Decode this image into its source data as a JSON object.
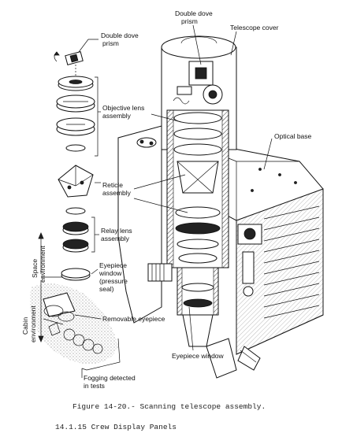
{
  "labels": {
    "double_dove_prism_top": [
      "Double dove",
      "prism"
    ],
    "telescope_cover": "Telescope cover",
    "double_dove_prism_left": [
      "Double dove",
      "prism"
    ],
    "objective_lens_assembly": [
      "Objective lens",
      "assembly"
    ],
    "optical_base": "Optical base",
    "reticle_assembly": [
      "Reticle",
      "assembly"
    ],
    "relay_lens_assembly": [
      "Relay lens",
      "assembly"
    ],
    "space_environment": [
      "Space",
      "environment"
    ],
    "eyepiece_window_pressure": [
      "Eyepiece",
      "window",
      "(pressure",
      "seal)"
    ],
    "cabin_environment": [
      "Cabin",
      "environment"
    ],
    "removable_eyepiece": "Removable eyepiece",
    "eyepiece_window": "Eyepiece window",
    "fogging_detected": [
      "Fogging detected",
      "in tests"
    ]
  },
  "caption": "Figure 14-20.- Scanning telescope assembly.",
  "section_line": "14.1.15  Crew Display Panels"
}
